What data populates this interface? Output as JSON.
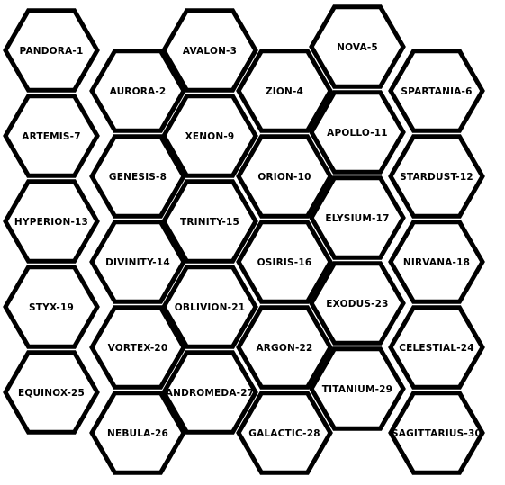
{
  "colors": {
    "fill": "#ffffff",
    "stroke": "#000000",
    "text": "#000000"
  },
  "cells": [
    {
      "id": "pandora-1",
      "label": "PANDORA-1",
      "col": 0,
      "row": 0
    },
    {
      "id": "artemis-7",
      "label": "ARTEMIS-7",
      "col": 0,
      "row": 1
    },
    {
      "id": "hyperion-13",
      "label": "HYPERION-13",
      "col": 0,
      "row": 2
    },
    {
      "id": "styx-19",
      "label": "STYX-19",
      "col": 0,
      "row": 3
    },
    {
      "id": "equinox-25",
      "label": "EQUINOX-25",
      "col": 0,
      "row": 4
    },
    {
      "id": "aurora-2",
      "label": "AURORA-2",
      "col": 1,
      "row": 0
    },
    {
      "id": "genesis-8",
      "label": "GENESIS-8",
      "col": 1,
      "row": 1
    },
    {
      "id": "divinity-14",
      "label": "DIVINITY-14",
      "col": 1,
      "row": 2
    },
    {
      "id": "vortex-20",
      "label": "VORTEX-20",
      "col": 1,
      "row": 3
    },
    {
      "id": "nebula-26",
      "label": "NEBULA-26",
      "col": 1,
      "row": 4
    },
    {
      "id": "avalon-3",
      "label": "AVALON-3",
      "col": 2,
      "row": 0
    },
    {
      "id": "xenon-9",
      "label": "XENON-9",
      "col": 2,
      "row": 1
    },
    {
      "id": "trinity-15",
      "label": "TRINITY-15",
      "col": 2,
      "row": 2
    },
    {
      "id": "oblivion-21",
      "label": "OBLIVION-21",
      "col": 2,
      "row": 3
    },
    {
      "id": "andromeda-27",
      "label": "ANDROMEDA-27",
      "col": 2,
      "row": 4
    },
    {
      "id": "zion-4",
      "label": "ZION-4",
      "col": 3,
      "row": 0
    },
    {
      "id": "orion-10",
      "label": "ORION-10",
      "col": 3,
      "row": 1
    },
    {
      "id": "osiris-16",
      "label": "OSIRIS-16",
      "col": 3,
      "row": 2
    },
    {
      "id": "argon-22",
      "label": "ARGON-22",
      "col": 3,
      "row": 3
    },
    {
      "id": "galactic-28",
      "label": "GALACTIC-28",
      "col": 3,
      "row": 4
    },
    {
      "id": "nova-5",
      "label": "NOVA-5",
      "col": 4,
      "row": 0
    },
    {
      "id": "apollo-11",
      "label": "APOLLO-11",
      "col": 4,
      "row": 1
    },
    {
      "id": "elysium-17",
      "label": "ELYSIUM-17",
      "col": 4,
      "row": 2
    },
    {
      "id": "exodus-23",
      "label": "EXODUS-23",
      "col": 4,
      "row": 3
    },
    {
      "id": "titanium-29",
      "label": "TITANIUM-29",
      "col": 4,
      "row": 4
    },
    {
      "id": "spartania-6",
      "label": "SPARTANIA-6",
      "col": 5,
      "row": 0
    },
    {
      "id": "stardust-12",
      "label": "STARDUST-12",
      "col": 5,
      "row": 1
    },
    {
      "id": "nirvana-18",
      "label": "NIRVANA-18",
      "col": 5,
      "row": 2
    },
    {
      "id": "celestial-24",
      "label": "CELESTIAL-24",
      "col": 5,
      "row": 3
    },
    {
      "id": "sagittarius-30",
      "label": "SAGITTARIUS-30",
      "col": 5,
      "row": 4
    }
  ]
}
